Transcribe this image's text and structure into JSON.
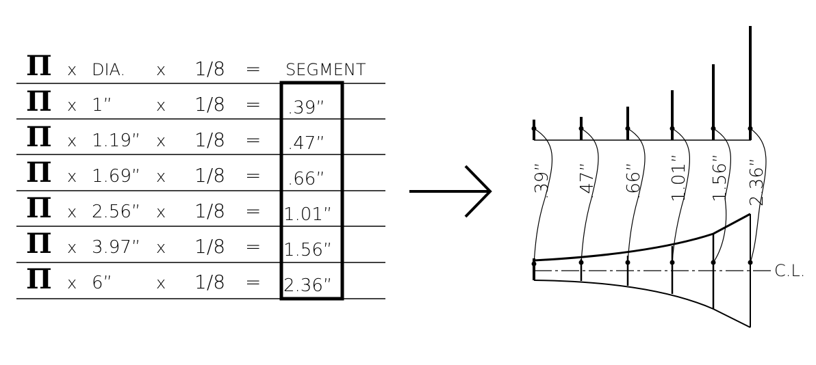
{
  "table": {
    "header": {
      "pi": "Π",
      "times1": "x",
      "dia": "DIA.",
      "times2": "x",
      "fraction": "1/8",
      "equals": "=",
      "segment": "SEGMENT"
    },
    "rows": [
      {
        "pi": "Π",
        "times1": "x",
        "dia": "1”",
        "times2": "x",
        "fraction": "1/8",
        "equals": "=",
        "segment": ".39”"
      },
      {
        "pi": "Π",
        "times1": "x",
        "dia": "1.19”",
        "times2": "x",
        "fraction": "1/8",
        "equals": "=",
        "segment": ".47”"
      },
      {
        "pi": "Π",
        "times1": "x",
        "dia": "1.69”",
        "times2": "x",
        "fraction": "1/8",
        "equals": "=",
        "segment": ".66”"
      },
      {
        "pi": "Π",
        "times1": "x",
        "dia": "2.56”",
        "times2": "x",
        "fraction": "1/8",
        "equals": "=",
        "segment": "1.01”"
      },
      {
        "pi": "Π",
        "times1": "x",
        "dia": "3.97”",
        "times2": "x",
        "fraction": "1/8",
        "equals": "=",
        "segment": "1.56”"
      },
      {
        "pi": "Π",
        "times1": "x",
        "dia": "6”",
        "times2": "x",
        "fraction": "1/8",
        "equals": "=",
        "segment": "2.36”"
      }
    ]
  },
  "arrow": {
    "icon": "right-arrow-icon"
  },
  "diagram": {
    "segment_labels": [
      ".39”",
      ".47”",
      ".66”",
      "1.01”",
      "1.56”",
      "2.36”"
    ],
    "centerline_label": "C.L."
  }
}
